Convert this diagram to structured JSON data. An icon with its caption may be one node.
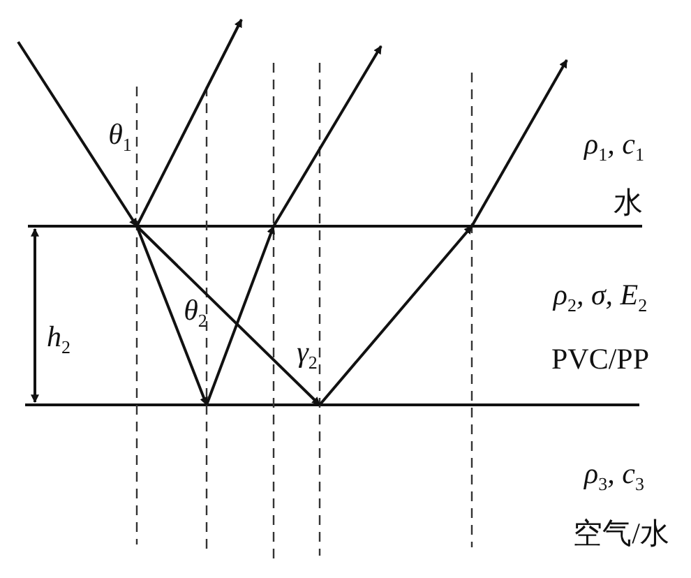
{
  "diagram": {
    "labels": [
      "θ$_{1}$",
      "ρ$_{1}$, c$_{1}$",
      "水",
      "h$_{2}$",
      "θ$_{2}$",
      "ρ$_{2}$, σ, E$_{2}$",
      "γ$_{2}$",
      "PVC/PP",
      "ρ$_{3}$, c$_{3}$",
      "空气/水"
    ]
  }
}
